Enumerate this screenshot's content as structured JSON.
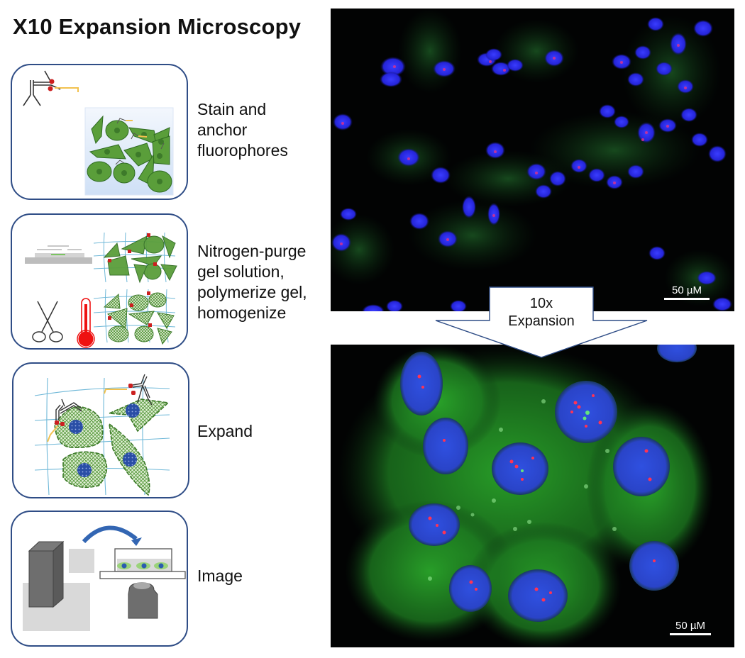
{
  "title": "X10 Expansion Microscopy",
  "steps": [
    {
      "id": "stain",
      "label_lines": [
        "Stain and",
        "anchor",
        "fluorophores"
      ],
      "icon": "antibody-and-cells-icon"
    },
    {
      "id": "gel",
      "label_lines": [
        "Nitrogen-purge",
        "gel solution,",
        "polymerize gel,",
        "homogenize"
      ],
      "icon": "gel-chamber-scissors-thermometer-icon"
    },
    {
      "id": "expand",
      "label_lines": [
        "Expand"
      ],
      "icon": "expanded-cells-in-gel-icon"
    },
    {
      "id": "image",
      "label_lines": [
        "Image"
      ],
      "icon": "microscope-icon"
    }
  ],
  "arrow": {
    "line1": "10x",
    "line2": "Expansion"
  },
  "images": {
    "before": {
      "scale_label": "50 µM",
      "description": "Unexpanded cells, fluorescence"
    },
    "after": {
      "scale_label": "50 µM",
      "description": "10x expanded cells, fluorescence"
    }
  },
  "colors": {
    "box_border": "#2f4d86",
    "cell_green": "#5a9e3a",
    "nucleus_blue": "#2646a8",
    "gel_mesh": "#6fb8d8",
    "fluor_red": "#cc1f1f",
    "anchor_yellow": "#f2c14e"
  }
}
